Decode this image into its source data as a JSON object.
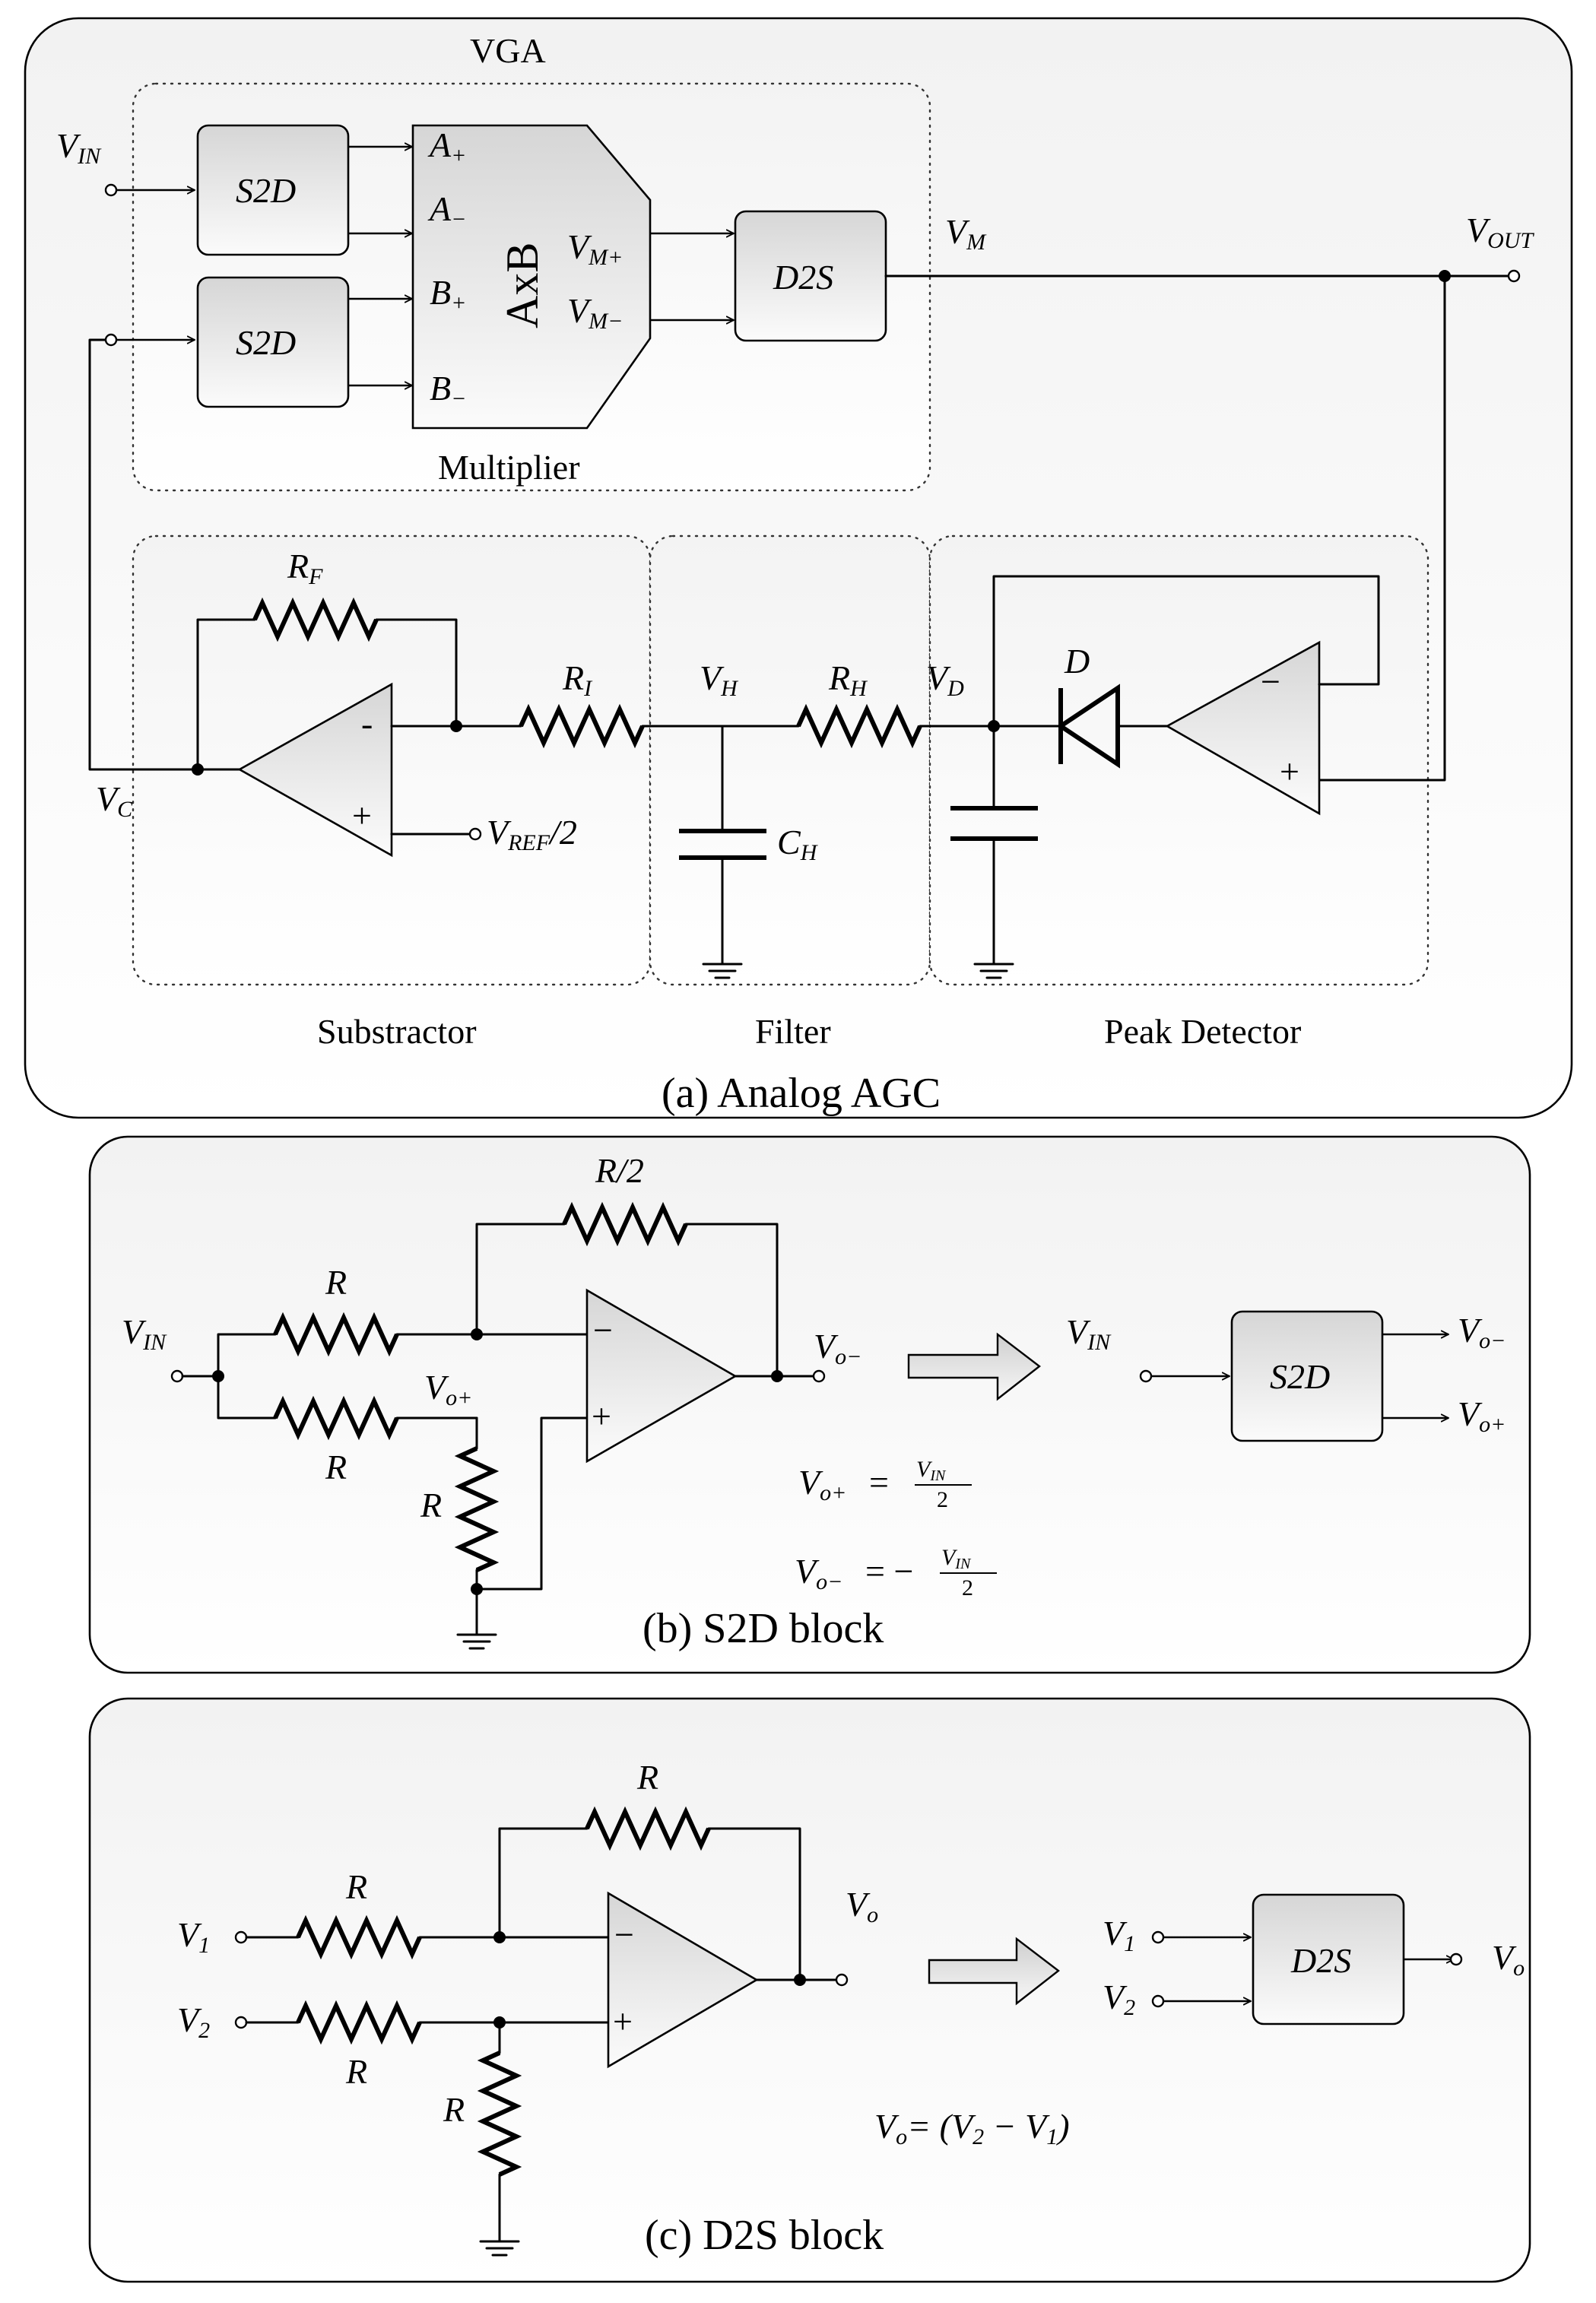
{
  "panel_a": {
    "caption": "(a) Analog AGC",
    "vga_title": "VGA",
    "multiplier_label": "Multiplier",
    "multiplier_core": "AxB",
    "substractor_label": "Substractor",
    "filter_label": "Filter",
    "peak_detector_label": "Peak Detector",
    "blocks": {
      "s2d_top": "S2D",
      "s2d_bottom": "S2D",
      "d2s": "D2S"
    },
    "ports": {
      "a_plus": "A",
      "a_plus_sub": "+",
      "a_minus": "A",
      "a_minus_sub": "−",
      "b_plus": "B",
      "b_plus_sub": "+",
      "b_minus": "B",
      "b_minus_sub": "−",
      "vm_plus": "V",
      "vm_plus_sub": "M+",
      "vm_minus": "V",
      "vm_minus_sub": "M−"
    },
    "signals": {
      "vin": "V",
      "vin_sub": "IN",
      "vm": "V",
      "vm_sub": "M",
      "vout": "V",
      "vout_sub": "OUT",
      "vc": "V",
      "vc_sub": "C",
      "vref": "V",
      "vref_sub": "REF",
      "vref_tail": "/2",
      "vh": "V",
      "vh_sub": "H",
      "vd": "V",
      "vd_sub": "D"
    },
    "components": {
      "rf": "R",
      "rf_sub": "F",
      "ri": "R",
      "ri_sub": "I",
      "rh": "R",
      "rh_sub": "H",
      "ch": "C",
      "ch_sub": "H",
      "diode": "D",
      "op_minus": "-",
      "op_plus": "+",
      "pd_minus": "−",
      "pd_plus": "+"
    }
  },
  "panel_b": {
    "caption": "(b) S2D block",
    "block": "S2D",
    "labels": {
      "vin": "V",
      "vin_sub": "IN",
      "r_top": "R",
      "r_bottom": "R",
      "r_shunt": "R",
      "r_feedback": "R/2",
      "vo_plus_node": "V",
      "vo_plus_node_sub": "o+",
      "vo_minus_out": "V",
      "vo_minus_out_sub": "o−",
      "op_minus": "−",
      "op_plus": "+",
      "block_vin": "V",
      "block_vin_sub": "IN",
      "out_minus": "V",
      "out_minus_sub": "o−",
      "out_plus": "V",
      "out_plus_sub": "o+"
    },
    "equations": {
      "eq1_lhs": "V",
      "eq1_lhs_sub": "o+",
      "eq1_op": "=",
      "eq1_num": "V",
      "eq1_num_sub": "IN",
      "eq1_den": "2",
      "eq2_lhs": "V",
      "eq2_lhs_sub": "o−",
      "eq2_op": "= −",
      "eq2_num": "V",
      "eq2_num_sub": "IN",
      "eq2_den": "2"
    }
  },
  "panel_c": {
    "caption": "(c) D2S block",
    "block": "D2S",
    "labels": {
      "v1": "V",
      "v1_sub": "1",
      "v2": "V",
      "v2_sub": "2",
      "r_in1": "R",
      "r_in2": "R",
      "r_shunt": "R",
      "r_feedback": "R",
      "vo": "V",
      "vo_sub": "o",
      "op_minus": "−",
      "op_plus": "+",
      "block_v1": "V",
      "block_v1_sub": "1",
      "block_v2": "V",
      "block_v2_sub": "2",
      "block_vo": "V",
      "block_vo_sub": "o"
    },
    "equation": {
      "lhs": "V",
      "lhs_sub": "o",
      "rhs_a": "= (V",
      "rhs_a_sub": "2",
      "rhs_b": " − V",
      "rhs_b_sub": "1",
      "rhs_c": ")"
    }
  }
}
